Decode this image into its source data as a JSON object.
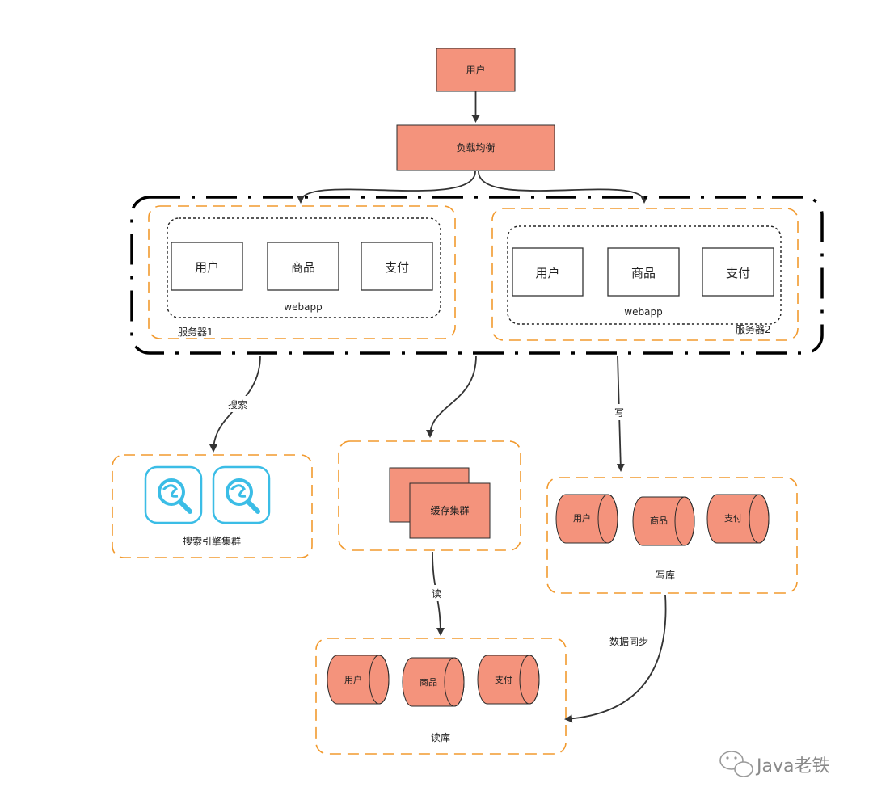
{
  "nodes": {
    "user": "用户",
    "load_balancer": "负载均衡",
    "cache_cluster": "缓存集群",
    "search_cluster": "搜索引擎集群",
    "write_db": "写库",
    "read_db": "读库"
  },
  "servers": [
    {
      "label": "服务器1",
      "app_label": "webapp",
      "modules": [
        "用户",
        "商品",
        "支付"
      ]
    },
    {
      "label": "服务器2",
      "app_label": "webapp",
      "modules": [
        "用户",
        "商品",
        "支付"
      ]
    }
  ],
  "write_db_tables": [
    "用户",
    "商品",
    "支付"
  ],
  "read_db_tables": [
    "用户",
    "商品",
    "支付"
  ],
  "edges": {
    "search": "搜索",
    "write": "写",
    "read": "读",
    "sync": "数据同步"
  },
  "watermark": "Java老铁",
  "colors": {
    "node_fill": "#f4937c",
    "group_border": "#f29a2e",
    "search_icon": "#3bbde6"
  },
  "icons": [
    "search-engine-icon",
    "search-engine-icon",
    "wechat-icon"
  ]
}
